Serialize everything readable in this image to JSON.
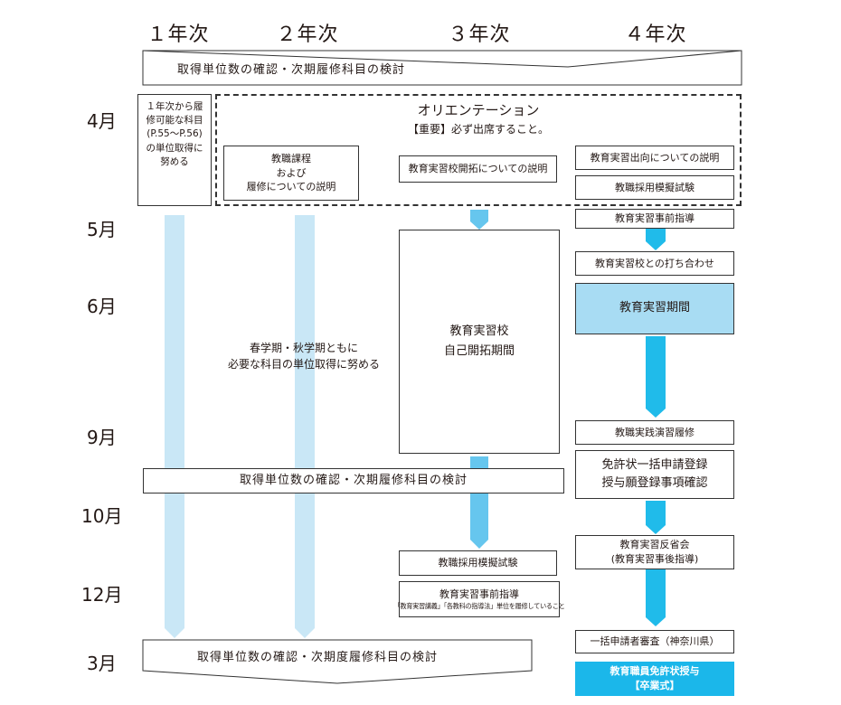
{
  "years": [
    "１年次",
    "２年次",
    "３年次",
    "４年次"
  ],
  "months": [
    "4月",
    "5月",
    "6月",
    "9月",
    "10月",
    "12月",
    "3月"
  ],
  "banner_top": "取得単位数の確認・次期履修科目の検討",
  "banner_mid": "取得単位数の確認・次期履修科目の検討",
  "banner_bottom": "取得単位数の確認・次期度履修科目の検討",
  "year1_box": "１年次から履\n修可能な科目\n(P.55～P.56)\nの単位取得に\n努める",
  "orientation": {
    "title": "オリエンテーション",
    "subtitle": "【重要】必ず出席すること。"
  },
  "year2_box": "教職課程\nおよび\n履修についての説明",
  "year2_note": "春学期・秋学期ともに\n必要な科目の単位取得に努める",
  "year3": {
    "apr": "教育実習校開拓についての説明",
    "period": "教育実習校\n自己開拓期間",
    "exam": "教職採用模擬試験",
    "guidance_title": "教育実習事前指導",
    "guidance_note": "「教育実習講義」「各教科の指導法」単位を履修していること"
  },
  "year4": {
    "dispatch": "教育実習出向についての説明",
    "exam": "教職採用模擬試験",
    "pre_guidance": "教育実習事前指導",
    "meeting": "教育実習校との打ち合わせ",
    "practice": "教育実習期間",
    "seminar": "教職実践演習履修",
    "license": "免許状一括申請登録\n授与願登録事項確認",
    "review": "教育実習反省会\n(教育実習事後指導)",
    "screening": "一括申請者審査（神奈川県）",
    "award": "教育職員免許状授与\n【卒業式】"
  },
  "colors": {
    "light_bar": "#c9e7f6",
    "mid_bar": "#66c6ee",
    "strong_bar": "#20bbea",
    "practice_fill": "#a8dcf3",
    "award_fill": "#1bb7ea"
  }
}
